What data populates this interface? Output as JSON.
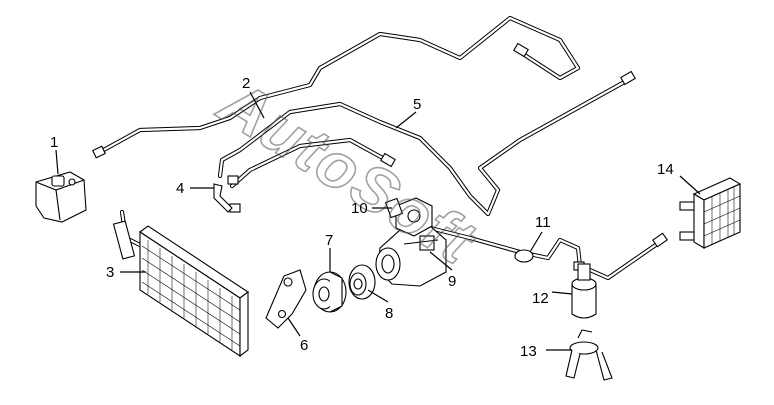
{
  "watermark": {
    "text": "AutoSoft"
  },
  "callouts": [
    {
      "id": "1",
      "label": "1"
    },
    {
      "id": "2",
      "label": "2"
    },
    {
      "id": "3",
      "label": "3"
    },
    {
      "id": "4",
      "label": "4"
    },
    {
      "id": "5",
      "label": "5"
    },
    {
      "id": "6",
      "label": "6"
    },
    {
      "id": "7",
      "label": "7"
    },
    {
      "id": "8",
      "label": "8"
    },
    {
      "id": "9",
      "label": "9"
    },
    {
      "id": "10",
      "label": "10"
    },
    {
      "id": "11",
      "label": "11"
    },
    {
      "id": "12",
      "label": "12"
    },
    {
      "id": "13",
      "label": "13"
    },
    {
      "id": "14",
      "label": "14"
    }
  ]
}
